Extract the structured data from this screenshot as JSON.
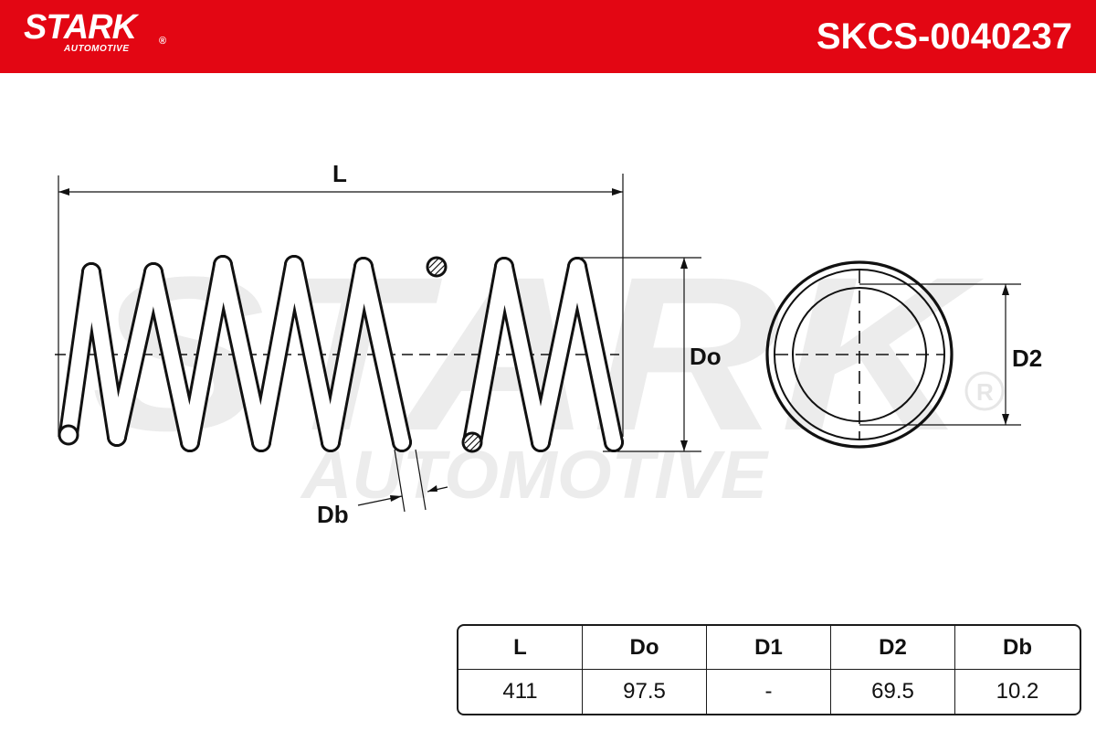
{
  "header": {
    "brand_name": "STARK",
    "brand_sub": "AUTOMOTIVE",
    "part_number": "SKCS-0040237"
  },
  "watermark": {
    "line1": "STARK",
    "line2": "AUTOMOTIVE"
  },
  "diagram": {
    "label_length": "L",
    "label_outer_diameter": "Do",
    "label_wire_diameter": "Db",
    "label_inner_diameter": "D2"
  },
  "spec_table": {
    "headers": [
      "L",
      "Do",
      "D1",
      "D2",
      "Db"
    ],
    "values": [
      "411",
      "97.5",
      "-",
      "69.5",
      "10.2"
    ]
  },
  "colors": {
    "brand_red": "#e30613",
    "line": "#111111",
    "watermark": "#ececec"
  }
}
